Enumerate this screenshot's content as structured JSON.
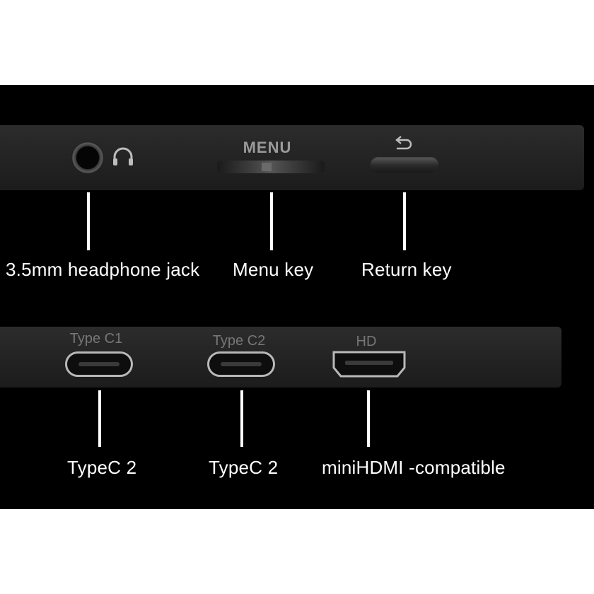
{
  "top_strip": {
    "menu_label": "MENU"
  },
  "bottom_strip": {
    "port1_label": "Type C1",
    "port2_label": "Type C2",
    "port3_label": "HD"
  },
  "captions": {
    "headphone": "3.5mm headphone jack",
    "menu": "Menu key",
    "return": "Return key",
    "typec1": "TypeC 2",
    "typec2": "TypeC 2",
    "hdmi": "miniHDMI -compatible"
  }
}
